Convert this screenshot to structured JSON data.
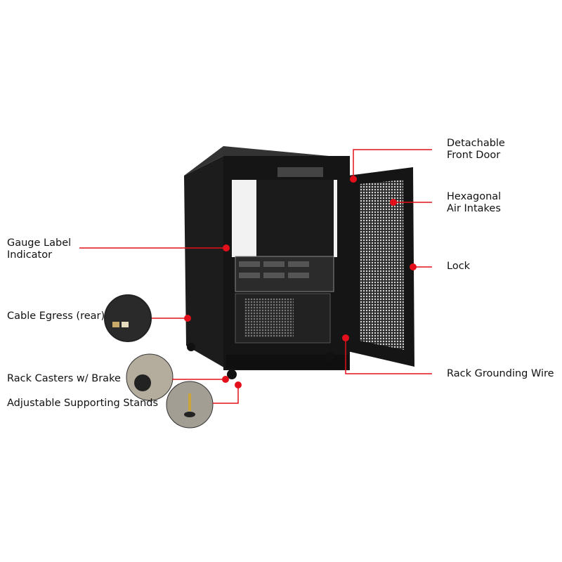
{
  "callouts": {
    "gauge_label": [
      "Gauge Label",
      "Indicator"
    ],
    "cable_egress": "Cable Egress (rear)",
    "rack_casters": "Rack Casters w/ Brake",
    "adjustable_stands": "Adjustable Supporting Stands",
    "detachable_door": [
      "Detachable",
      "Front Door"
    ],
    "hexagonal_intakes": [
      "Hexagonal",
      "Air Intakes"
    ],
    "lock": "Lock",
    "grounding_wire": "Rack Grounding Wire"
  },
  "colors": {
    "accent": "#e3101b",
    "cabinet": "#1a1a1a"
  }
}
